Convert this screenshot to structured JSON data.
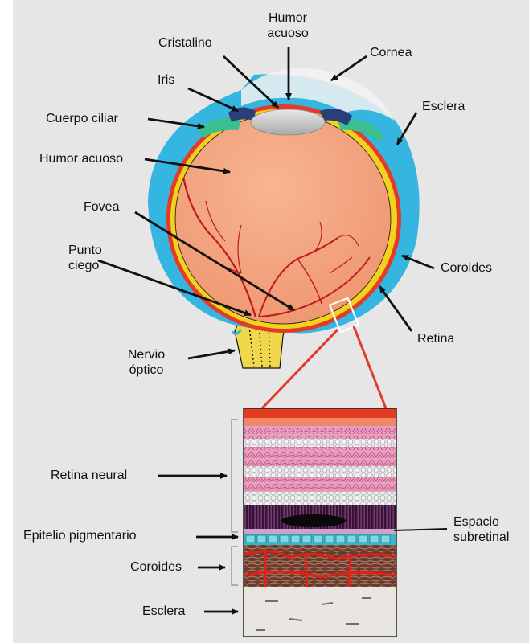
{
  "labels": {
    "humor_acuoso_top": [
      "Humor",
      "acuoso"
    ],
    "cristalino": "Cristalino",
    "cornea": "Cornea",
    "iris": "Iris",
    "esclera_top": "Esclera",
    "cuerpo_ciliar": "Cuerpo ciliar",
    "humor_acuoso_side": "Humor acuoso",
    "fovea": "Fovea",
    "punto_ciego": [
      "Punto",
      "ciego"
    ],
    "coroides_top": "Coroides",
    "retina": "Retina",
    "nervio_optico": [
      "Nervio",
      "óptico"
    ],
    "retina_neural": "Retina neural",
    "epitelio_pigmentario": "Epitelio pigmentario",
    "espacio_subretinal": [
      "Espacio",
      "subretinal"
    ],
    "coroides_bottom": "Coroides",
    "esclera_bottom": "Esclera"
  },
  "colors": {
    "background": "#e6e6e6",
    "sclera": "#35b6e0",
    "choroid": "#e33a2a",
    "retina_layer": "#f3d21c",
    "vitreous": "#f3a27c",
    "lens": "#cfcfcf",
    "iris": "#2a3f7a",
    "ciliary_body": "#3bbf8e",
    "optic_nerve": "#f0d84a",
    "zoom_line": "#e03a2a"
  }
}
